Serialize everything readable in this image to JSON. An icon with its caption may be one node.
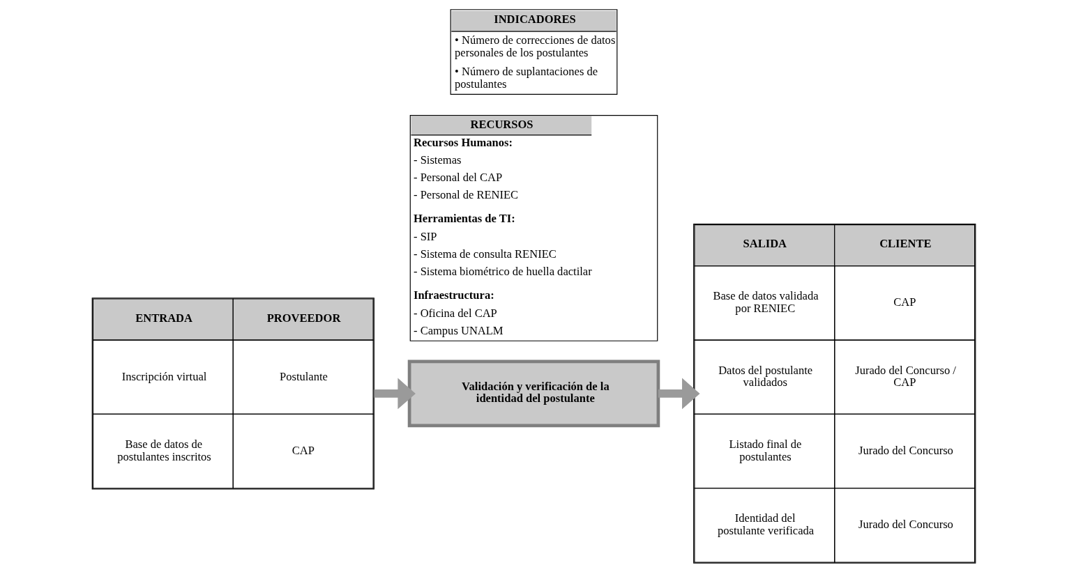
{
  "diagram": {
    "nodes": [
      {
        "text": [
          "ENTRADA",
          "PROVEEDOR",
          "Inscripción virtual",
          "Postulante",
          "Base de datos de postulantes inscritos",
          "CAP"
        ]
      },
      {
        "text": [
          "INDICADORES",
          "• Número de correcciones de datos personales de los postulantes",
          "• Número de suplantaciones de postulantes"
        ]
      },
      {
        "text": [
          "Validación y verificación de la identidad del postulante"
        ]
      },
      {
        "text": [
          "RECURSOS",
          "Recursos Humanos:",
          "- Sistemas",
          "- Personal del CAP",
          "- Personal de RENIEC",
          "Herramientas de TI:",
          "- SIP",
          "- Sistema de consulta RENIEC",
          "- Sistema biométrico de huella dactilar",
          "Infraestructura:",
          "- Oficina del CAP",
          "- Campus UNALM"
        ]
      },
      {
        "text": [
          "SALIDA",
          "CLIENTE",
          "Base de datos validada por RENIEC",
          "CAP",
          "Datos del postulante validados",
          "Jurado del Concurso / CAP",
          "Listado final de postulantes",
          "Jurado del Concurso",
          "Identidad del postulante verificada",
          "Jurado del Concurso"
        ]
      }
    ],
    "edges": [
      {
        "from": 0,
        "to": 2,
        "arrow": "to"
      },
      {
        "from": 2,
        "to": 4,
        "arrow": "to"
      }
    ]
  }
}
